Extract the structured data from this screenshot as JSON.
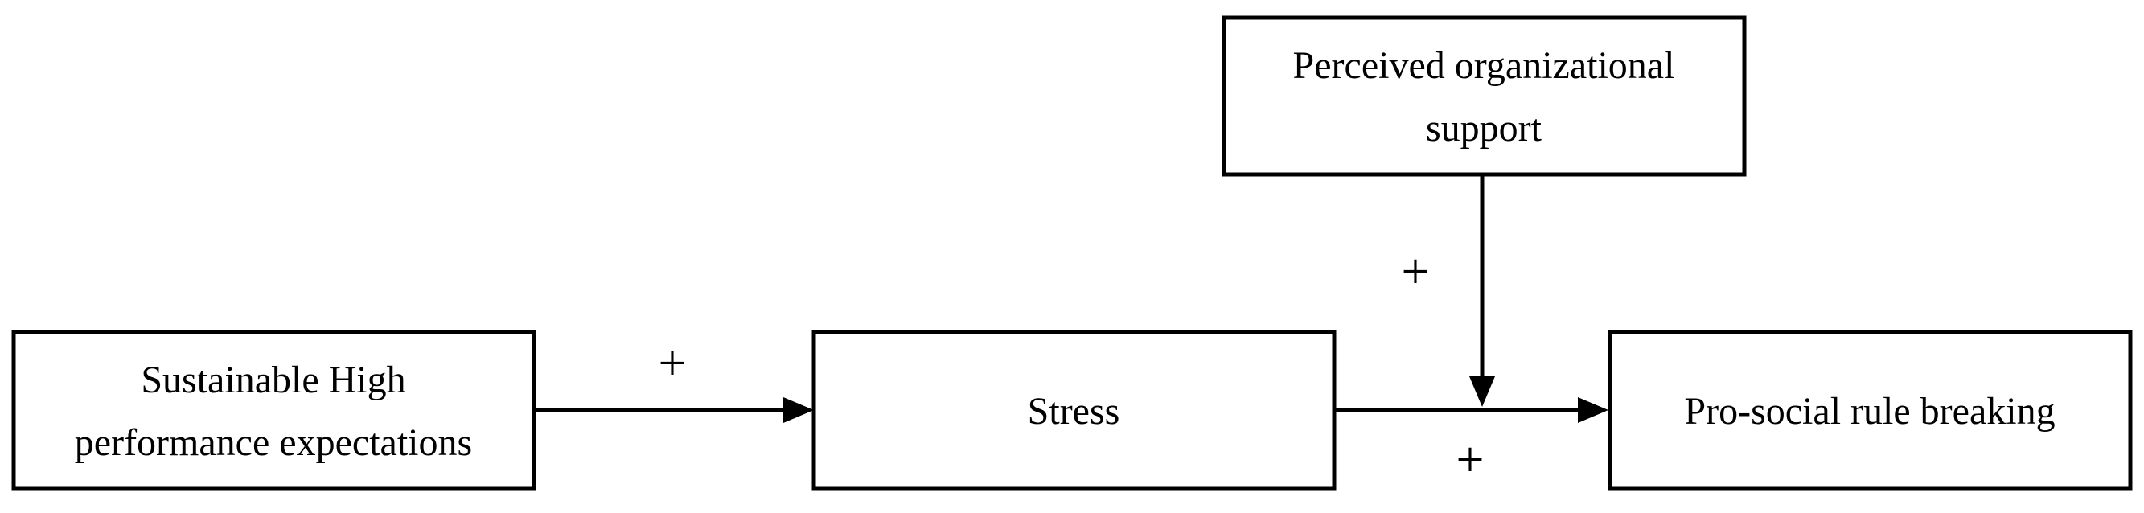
{
  "nodes": {
    "predictor": {
      "line1": "Sustainable High",
      "line2": "performance expectations"
    },
    "mediator": {
      "label": "Stress"
    },
    "moderator": {
      "line1": "Perceived organizational",
      "line2": "support"
    },
    "outcome": {
      "label": "Pro-social rule breaking"
    }
  },
  "edges": {
    "predictor_to_mediator_sign": "+",
    "moderator_to_path_sign": "+",
    "mediator_to_outcome_sign": "+"
  },
  "colors": {
    "stroke": "#000000",
    "background": "#ffffff"
  }
}
